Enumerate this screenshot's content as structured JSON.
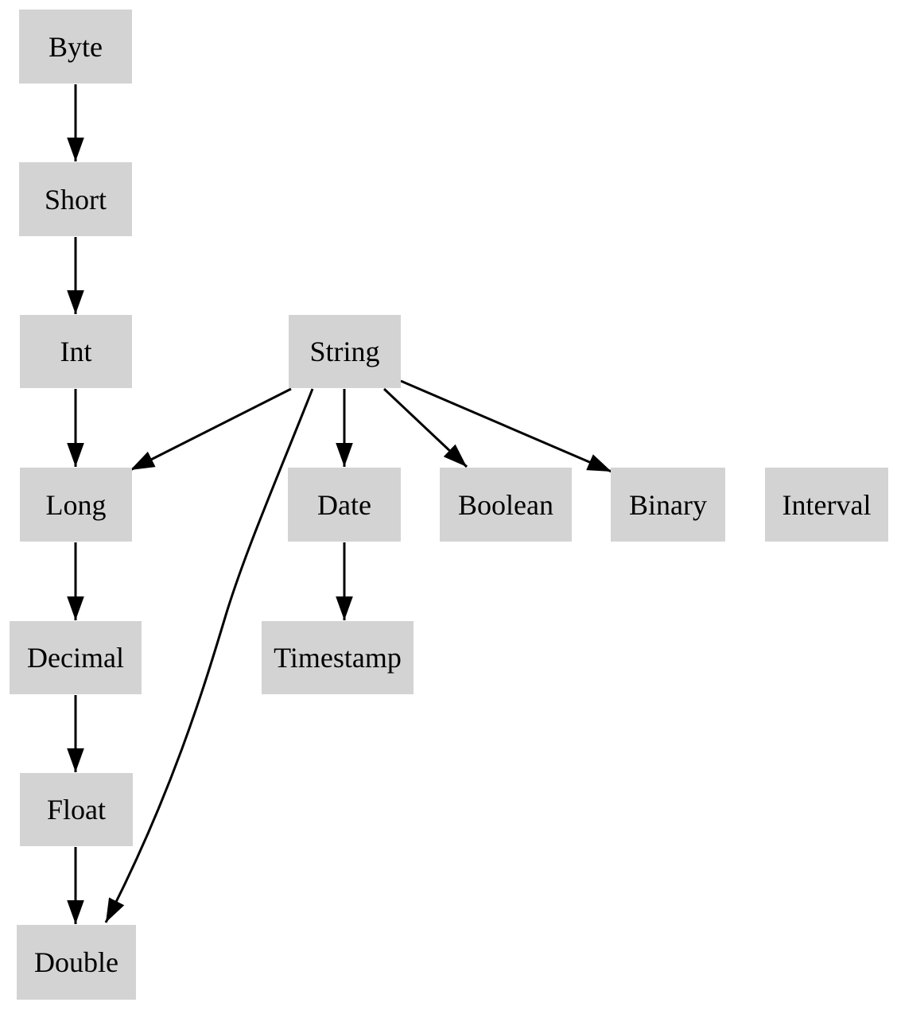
{
  "diagram": {
    "kind": "directed-graph",
    "description": "Type coercion hierarchy diagram",
    "colors": {
      "background": "#ffffff",
      "node_fill": "#d3d3d3",
      "edge": "#000000",
      "text": "#000000"
    }
  },
  "nodes": {
    "byte": {
      "label": "Byte"
    },
    "short": {
      "label": "Short"
    },
    "int": {
      "label": "Int"
    },
    "string": {
      "label": "String"
    },
    "long": {
      "label": "Long"
    },
    "date": {
      "label": "Date"
    },
    "boolean": {
      "label": "Boolean"
    },
    "binary": {
      "label": "Binary"
    },
    "interval": {
      "label": "Interval"
    },
    "decimal": {
      "label": "Decimal"
    },
    "timestamp": {
      "label": "Timestamp"
    },
    "float": {
      "label": "Float"
    },
    "double": {
      "label": "Double"
    }
  },
  "edges": [
    {
      "from": "Byte",
      "to": "Short"
    },
    {
      "from": "Short",
      "to": "Int"
    },
    {
      "from": "Int",
      "to": "Long"
    },
    {
      "from": "Long",
      "to": "Decimal"
    },
    {
      "from": "Decimal",
      "to": "Float"
    },
    {
      "from": "Float",
      "to": "Double"
    },
    {
      "from": "String",
      "to": "Long"
    },
    {
      "from": "String",
      "to": "Date"
    },
    {
      "from": "String",
      "to": "Boolean"
    },
    {
      "from": "String",
      "to": "Binary"
    },
    {
      "from": "String",
      "to": "Double"
    },
    {
      "from": "Date",
      "to": "Timestamp"
    }
  ]
}
